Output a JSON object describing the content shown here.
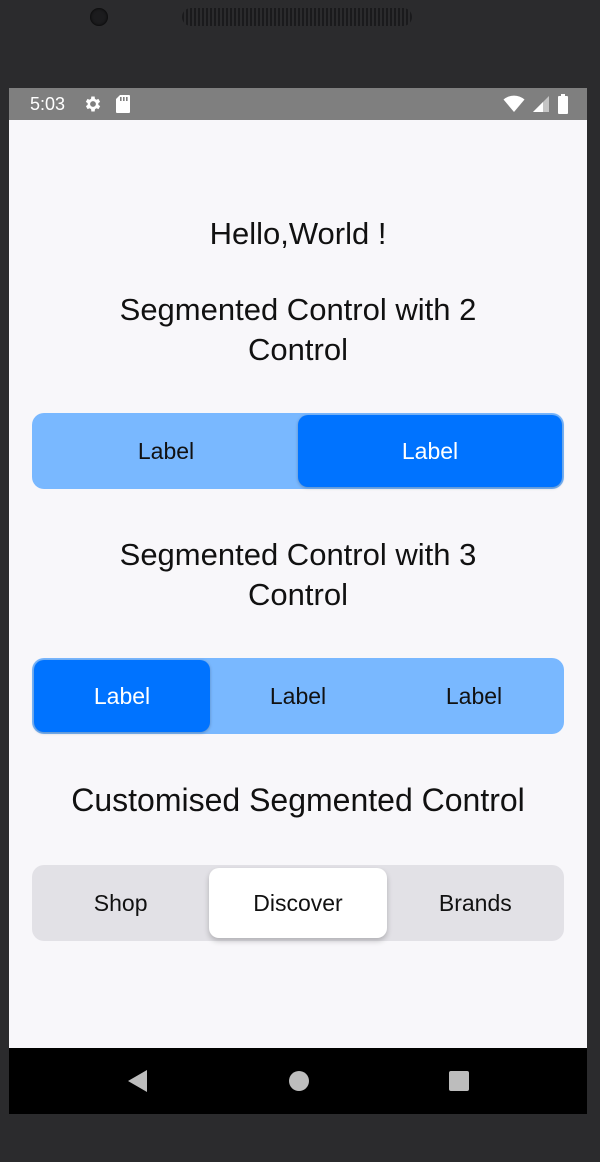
{
  "status_bar": {
    "time": "5:03",
    "left_icons": [
      "settings-gear-icon",
      "sd-card-icon"
    ],
    "right_icons": [
      "wifi-icon",
      "cell-signal-icon",
      "battery-icon"
    ]
  },
  "main": {
    "greeting": "Hello,World !",
    "section_two": {
      "title": "Segmented Control with 2 Control",
      "segments": [
        "Label",
        "Label"
      ],
      "selected_index": 1
    },
    "section_three": {
      "title": "Segmented Control with 3 Control",
      "segments": [
        "Label",
        "Label",
        "Label"
      ],
      "selected_index": 0
    },
    "section_custom": {
      "title": "Customised Segmented Control",
      "segments": [
        "Shop",
        "Discover",
        "Brands"
      ],
      "selected_index": 1
    }
  },
  "nav_bar": {
    "buttons": [
      "back-triangle-icon",
      "home-circle-icon",
      "recents-square-icon"
    ]
  },
  "colors": {
    "active_blue": "#0073ff",
    "inactive_blue_track": "#79b8ff",
    "custom_track_grey": "#e2e1e6",
    "custom_active": "#ffffff",
    "screen_background": "#f8f7fa",
    "status_bar": "#7f7f7f",
    "nav_bar": "#000000"
  }
}
